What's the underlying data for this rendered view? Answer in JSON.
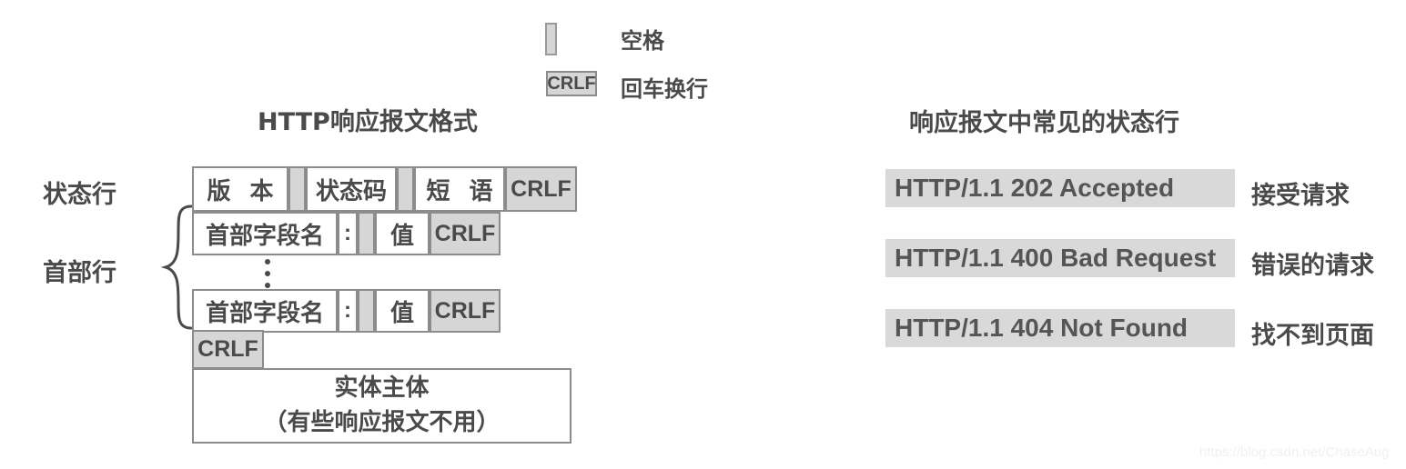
{
  "legend": {
    "items": [
      {
        "glyph": "space",
        "label": "空格"
      },
      {
        "glyph": "CRLF",
        "label": "回车换行"
      }
    ],
    "crlf_glyph_text": "CRLF"
  },
  "left_panel": {
    "title": "HTTP响应报文格式",
    "row_labels": {
      "status_line": "状态行",
      "header_lines": "首部行"
    },
    "status_line_cells": [
      {
        "text": "版 本",
        "type": "field"
      },
      {
        "text": "",
        "type": "space"
      },
      {
        "text": "状态码",
        "type": "field"
      },
      {
        "text": "",
        "type": "space"
      },
      {
        "text": "短 语",
        "type": "field"
      },
      {
        "text": "CRLF",
        "type": "crlf"
      }
    ],
    "header_line_cells": [
      {
        "text": "首部字段名",
        "type": "field"
      },
      {
        "text": ":",
        "type": "colon"
      },
      {
        "text": "",
        "type": "space"
      },
      {
        "text": "值",
        "type": "field"
      },
      {
        "text": "CRLF",
        "type": "crlf"
      }
    ],
    "ellipsis": "⋮",
    "blank_line_crlf": "CRLF",
    "entity_body": {
      "line1": "实体主体",
      "line2": "（有些响应报文不用）"
    }
  },
  "right_panel": {
    "title": "响应报文中常见的状态行",
    "rows": [
      {
        "status_line": "HTTP/1.1 202 Accepted",
        "description": "接受请求"
      },
      {
        "status_line": "HTTP/1.1 400 Bad Request",
        "description": "错误的请求"
      },
      {
        "status_line": "HTTP/1.1 404 Not Found",
        "description": "找不到页面"
      }
    ]
  },
  "watermark": "https://blog.csdn.net/ChaseAug",
  "colors": {
    "box_border": "#8c8c8c",
    "gray_fill": "#d6d6d6",
    "status_bar_fill": "#d9d9d9",
    "text": "#4a4a4a",
    "background": "#ffffff"
  }
}
